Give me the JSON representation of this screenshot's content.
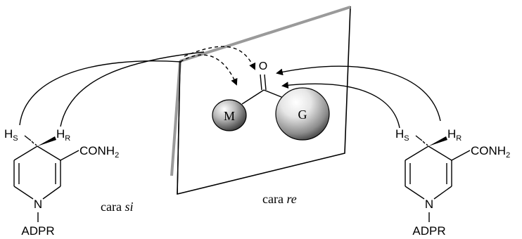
{
  "diagram": {
    "center_atom_oxygen": "O",
    "small_group": "M",
    "large_group": "G",
    "face_si_prefix": "cara ",
    "face_si_italic": "si",
    "face_re_prefix": "cara ",
    "face_re_italic": "re"
  },
  "left_molecule": {
    "h_s_main": "H",
    "h_s_sub": "S",
    "h_r_main": "H",
    "h_r_sub": "R",
    "amide_prefix": "CONH",
    "amide_sub": "2",
    "nitrogen": "N",
    "substituent": "ADPR"
  },
  "right_molecule": {
    "h_s_main": "H",
    "h_s_sub": "S",
    "h_r_main": "H",
    "h_r_sub": "R",
    "amide_prefix": "CONH",
    "amide_sub": "2",
    "nitrogen": "N",
    "substituent": "ADPR"
  },
  "colors": {
    "ink": "#000000",
    "plane_edge_highlight": "#9a9a9a",
    "sphere_light": "#ffffff",
    "sphere_dark": "#4a4a4a"
  }
}
